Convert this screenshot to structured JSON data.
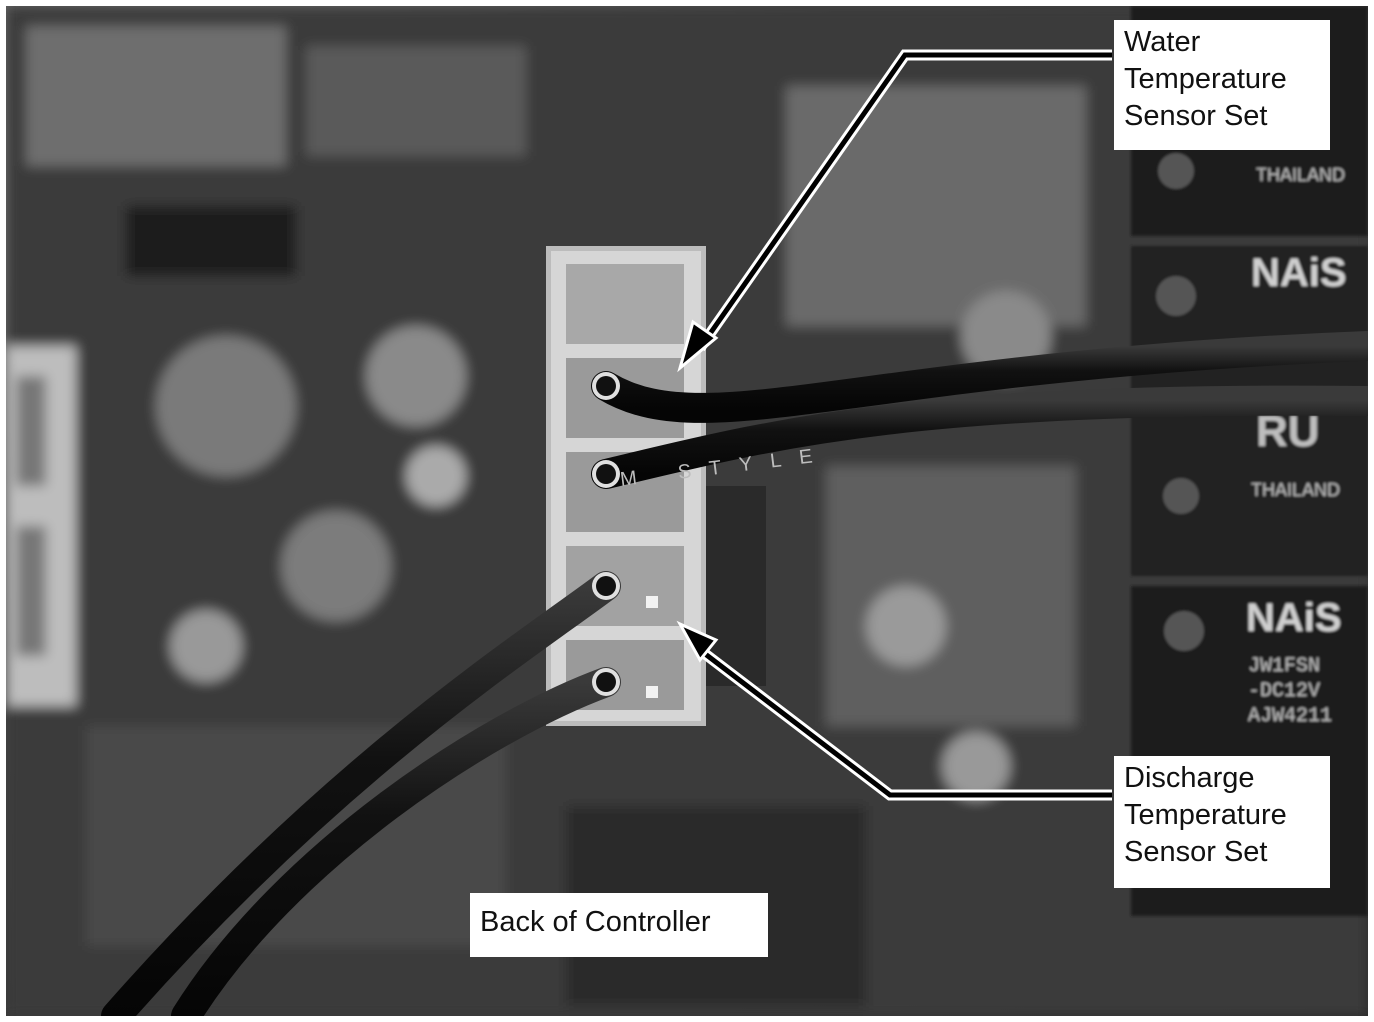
{
  "callouts": {
    "water_sensor": "Water\nTemperature\nSensor Set",
    "discharge_sensor": "Discharge\nTemperature\nSensor Set",
    "back_of_controller": "Back of Controller"
  },
  "colors": {
    "label_background": "#ffffff",
    "arrow": "#000000"
  }
}
